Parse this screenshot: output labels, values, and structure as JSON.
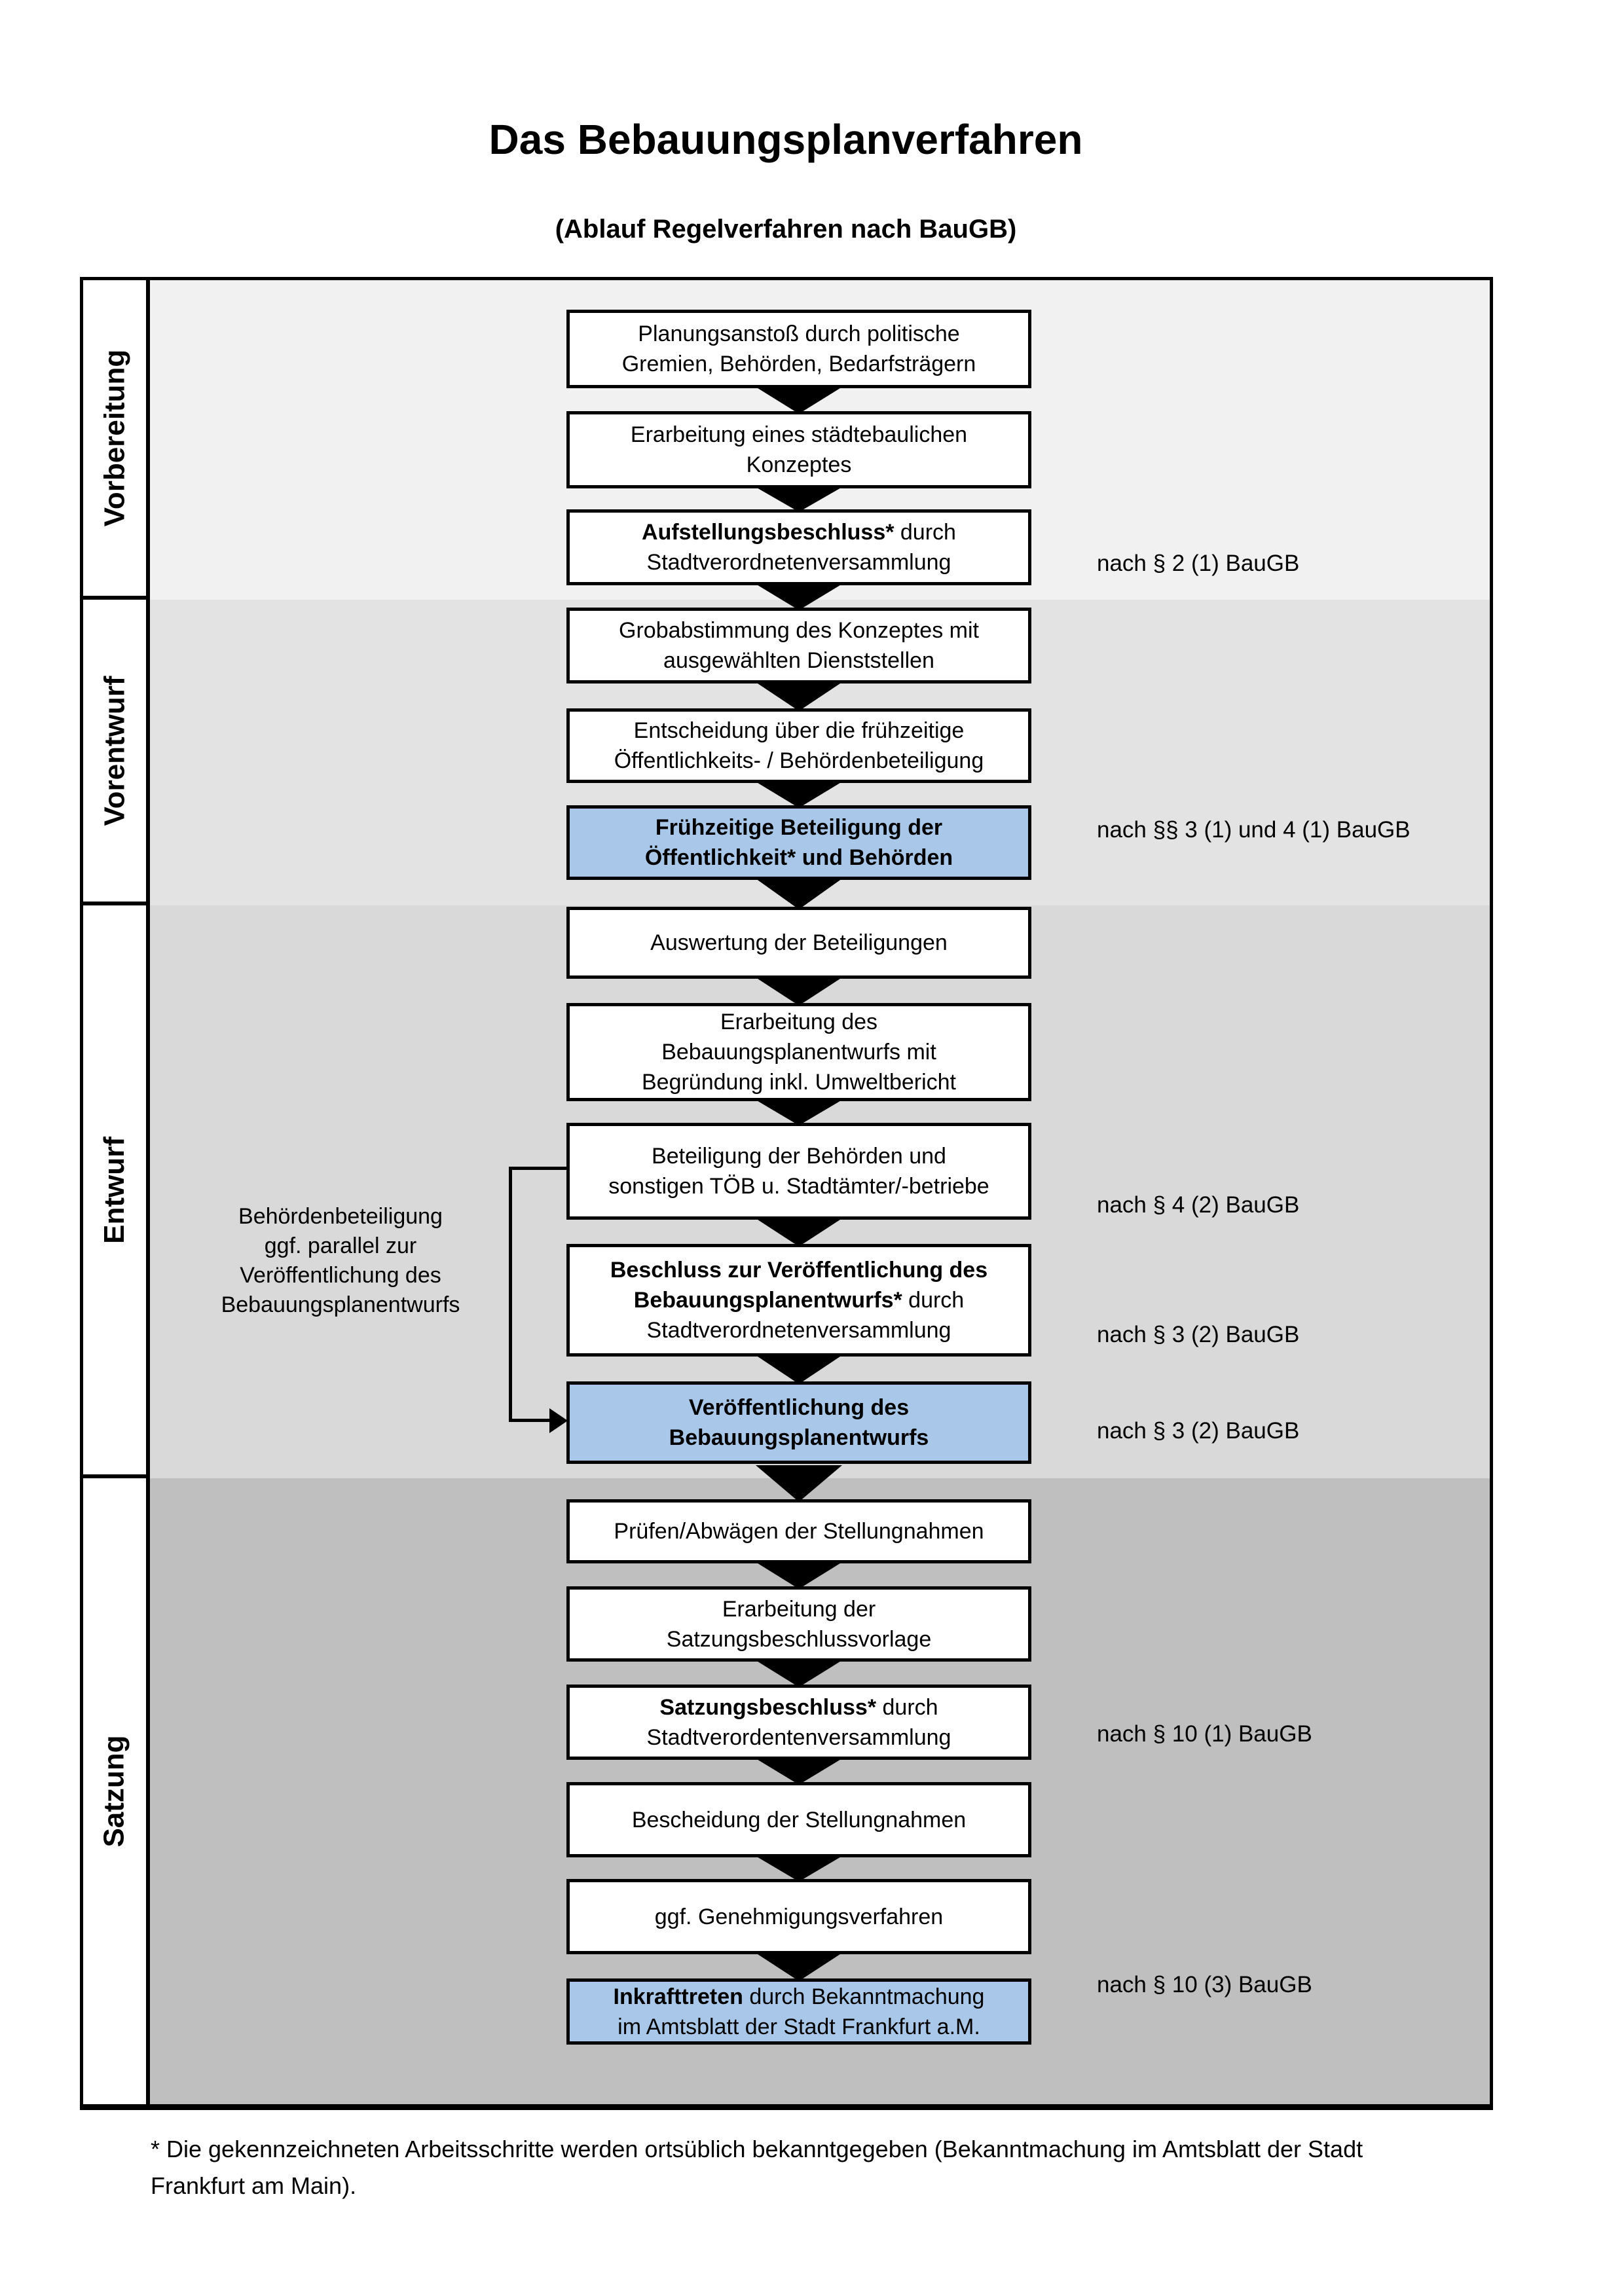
{
  "title": "Das Bebauungsplanverfahren",
  "subtitle": "(Ablauf Regelverfahren nach BauGB)",
  "phases": [
    {
      "label": "Vorbereitung"
    },
    {
      "label": "Vorentwurf"
    },
    {
      "label": "Entwurf"
    },
    {
      "label": "Satzung"
    }
  ],
  "steps": [
    {
      "highlighted": false,
      "lines": [
        [
          {
            "text": "Planungsanstoß durch politische",
            "bold": false
          }
        ],
        [
          {
            "text": "Gremien, Behörden, Bedarfsträgern",
            "bold": false
          }
        ]
      ]
    },
    {
      "highlighted": false,
      "lines": [
        [
          {
            "text": "Erarbeitung eines städtebaulichen",
            "bold": false
          }
        ],
        [
          {
            "text": "Konzeptes",
            "bold": false
          }
        ]
      ]
    },
    {
      "highlighted": false,
      "lines": [
        [
          {
            "text": "Aufstellungsbeschluss*",
            "bold": true
          },
          {
            "text": " durch",
            "bold": false
          }
        ],
        [
          {
            "text": "Stadtverordnetenversammlung",
            "bold": false
          }
        ]
      ]
    },
    {
      "highlighted": false,
      "lines": [
        [
          {
            "text": "Grobabstimmung des Konzeptes mit",
            "bold": false
          }
        ],
        [
          {
            "text": "ausgewählten Dienststellen",
            "bold": false
          }
        ]
      ]
    },
    {
      "highlighted": false,
      "lines": [
        [
          {
            "text": "Entscheidung über die frühzeitige",
            "bold": false
          }
        ],
        [
          {
            "text": "Öffentlichkeits- / Behördenbeteiligung",
            "bold": false
          }
        ]
      ]
    },
    {
      "highlighted": true,
      "lines": [
        [
          {
            "text": "Frühzeitige Beteiligung der",
            "bold": true
          }
        ],
        [
          {
            "text": "Öffentlichkeit* und Behörden",
            "bold": true
          }
        ]
      ]
    },
    {
      "highlighted": false,
      "lines": [
        [
          {
            "text": "Auswertung der Beteiligungen",
            "bold": false
          }
        ]
      ]
    },
    {
      "highlighted": false,
      "lines": [
        [
          {
            "text": "Erarbeitung des",
            "bold": false
          }
        ],
        [
          {
            "text": "Bebauungsplanentwurfs mit",
            "bold": false
          }
        ],
        [
          {
            "text": "Begründung inkl. Umweltbericht",
            "bold": false
          }
        ]
      ]
    },
    {
      "highlighted": false,
      "lines": [
        [
          {
            "text": "Beteiligung der Behörden und",
            "bold": false
          }
        ],
        [
          {
            "text": "sonstigen TÖB u. Stadtämter/-betriebe",
            "bold": false
          }
        ]
      ]
    },
    {
      "highlighted": false,
      "lines": [
        [
          {
            "text": "Beschluss zur Veröffentlichung des",
            "bold": true
          }
        ],
        [
          {
            "text": "Bebauungsplanentwurfs*",
            "bold": true
          },
          {
            "text": " durch",
            "bold": false
          }
        ],
        [
          {
            "text": "Stadtverordnetenversammlung",
            "bold": false
          }
        ]
      ]
    },
    {
      "highlighted": true,
      "lines": [
        [
          {
            "text": "Veröffentlichung des",
            "bold": true
          }
        ],
        [
          {
            "text": "Bebauungsplanentwurfs",
            "bold": true
          }
        ]
      ]
    },
    {
      "highlighted": false,
      "lines": [
        [
          {
            "text": "Prüfen/Abwägen der Stellungnahmen",
            "bold": false
          }
        ]
      ]
    },
    {
      "highlighted": false,
      "lines": [
        [
          {
            "text": "Erarbeitung der",
            "bold": false
          }
        ],
        [
          {
            "text": "Satzungsbeschlussvorlage",
            "bold": false
          }
        ]
      ]
    },
    {
      "highlighted": false,
      "lines": [
        [
          {
            "text": "Satzungsbeschluss*",
            "bold": true
          },
          {
            "text": " durch",
            "bold": false
          }
        ],
        [
          {
            "text": "Stadtverordentenversammlung",
            "bold": false
          }
        ]
      ]
    },
    {
      "highlighted": false,
      "lines": [
        [
          {
            "text": "Bescheidung der Stellungnahmen",
            "bold": false
          }
        ]
      ]
    },
    {
      "highlighted": false,
      "lines": [
        [
          {
            "text": "ggf. Genehmigungsverfahren",
            "bold": false
          }
        ]
      ]
    },
    {
      "highlighted": true,
      "lines": [
        [
          {
            "text": "Inkrafttreten",
            "bold": true
          },
          {
            "text": " durch Bekanntmachung",
            "bold": false
          }
        ],
        [
          {
            "text": "im Amtsblatt der Stadt Frankfurt a.M.",
            "bold": false
          }
        ]
      ]
    }
  ],
  "references": [
    {
      "step": 3,
      "text": "nach § 2 (1) BauGB"
    },
    {
      "step": 6,
      "text": "nach §§ 3 (1) und 4 (1) BauGB"
    },
    {
      "step": 9,
      "text": "nach § 4 (2) BauGB"
    },
    {
      "step": 10,
      "text": "nach § 3 (2) BauGB"
    },
    {
      "step": 11,
      "text": "nach § 3 (2) BauGB"
    },
    {
      "step": 14,
      "text": "nach § 10 (1) BauGB"
    },
    {
      "step": 17,
      "text": "nach § 10 (3) BauGB"
    }
  ],
  "parallel_note": "Behördenbeteiligung\nggf. parallel zur\nVeröffentlichung des\nBebauungsplanentwurfs",
  "footnote": "* Die gekennzeichneten Arbeitsschritte werden ortsüblich bekanntgegeben (Bekanntmachung im Amtsblatt  der Stadt\nFrankfurt am Main).",
  "colors": {
    "section_backgrounds": [
      "#f1f1f1",
      "#e3e3e3",
      "#d9d9d9",
      "#bfbfbf"
    ],
    "highlight_box": "#a9c7e8",
    "box_background": "#ffffff",
    "line_color": "#000000"
  }
}
